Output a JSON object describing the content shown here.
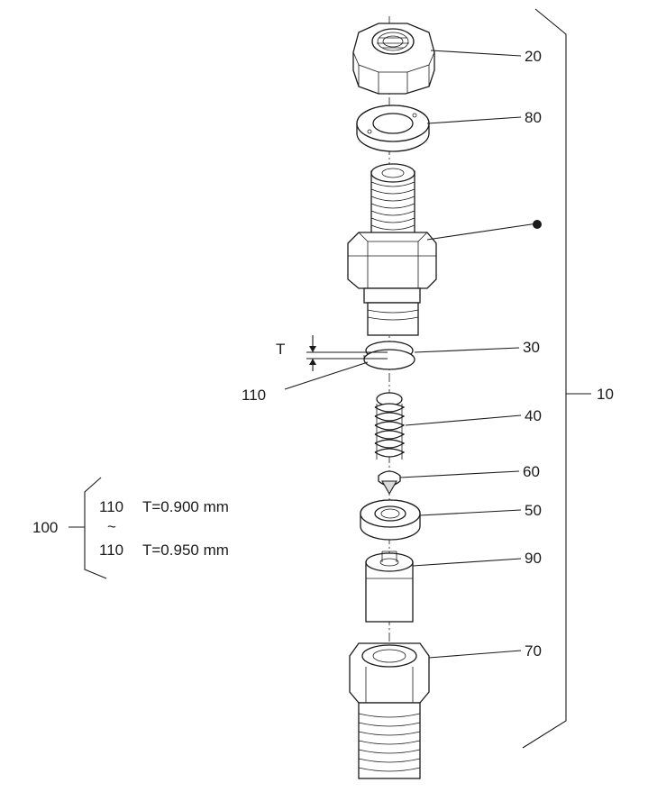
{
  "labels": {
    "p20": "20",
    "p80": "80",
    "p30": "30",
    "p40": "40",
    "p60": "60",
    "p50": "50",
    "p90": "90",
    "p70": "70",
    "p10": "10",
    "p110": "110",
    "dim_t": "T",
    "p100": "100"
  },
  "variants": {
    "first": {
      "part": "110",
      "spec": "T=0.900 mm"
    },
    "range_mark": "~",
    "last": {
      "part": "110",
      "spec": "T=0.950 mm"
    }
  },
  "colors": {
    "ink": "#1a1a1a",
    "background": "#ffffff"
  }
}
